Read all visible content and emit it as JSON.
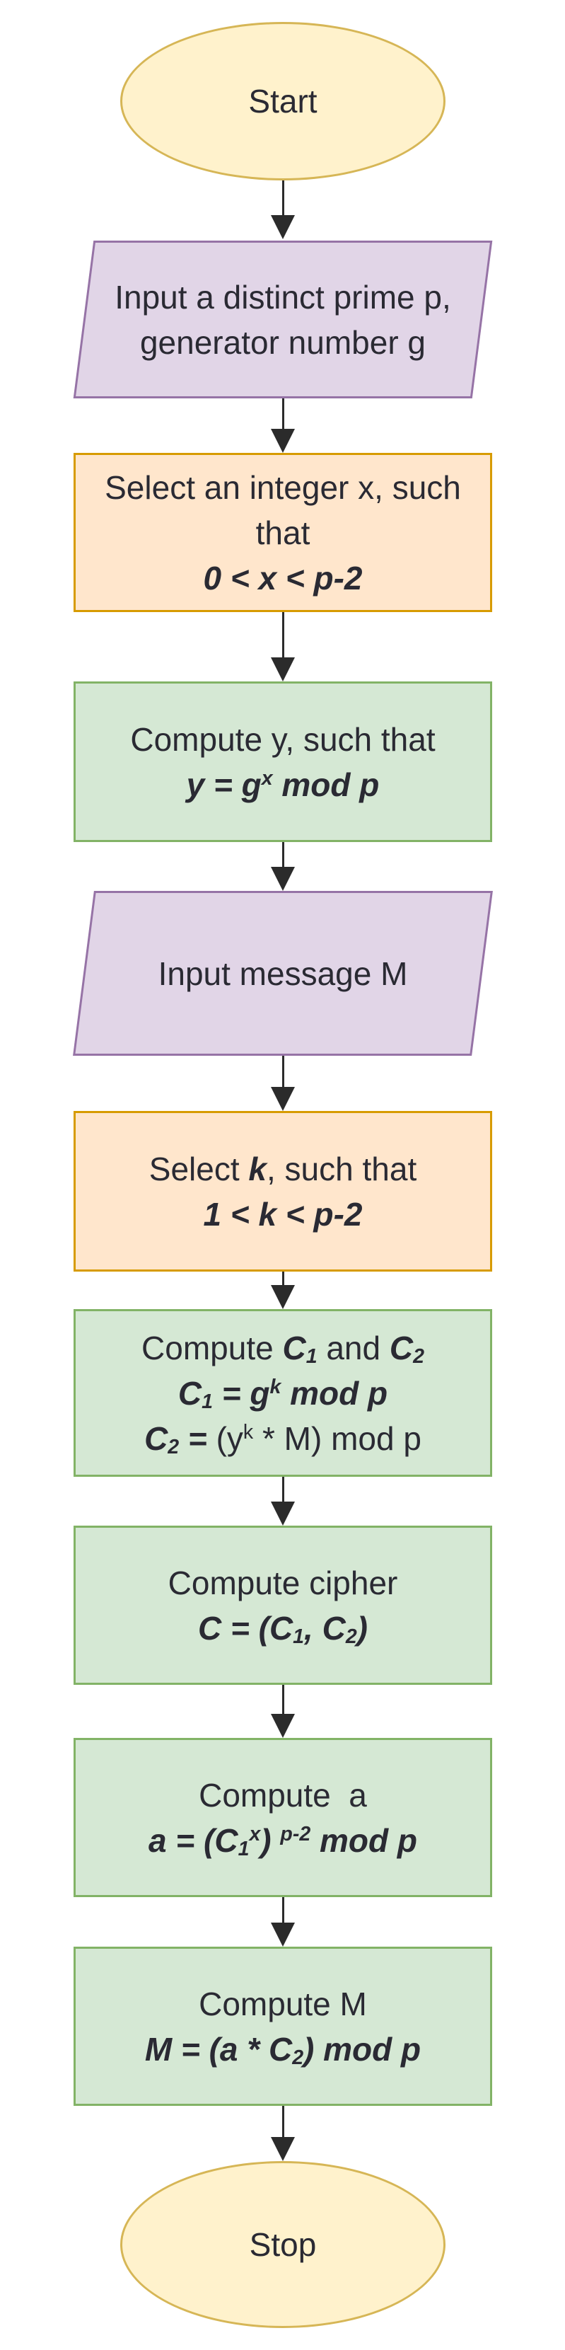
{
  "diagram": {
    "background_color": "#ffffff",
    "text_color": "#2a2a33",
    "arrow_color": "#2b2b2b",
    "nodes": [
      {
        "id": "start",
        "type": "terminator",
        "fill": "#FFF2CC",
        "stroke": "#D6B656",
        "lines": [
          [
            {
              "t": "Start"
            }
          ]
        ]
      },
      {
        "id": "input-prime-generator",
        "type": "input-output",
        "fill": "#E1D5E7",
        "stroke": "#9673A6",
        "lines": [
          [
            {
              "t": "Input a distinct prime p,"
            }
          ],
          [
            {
              "t": "generator number g"
            }
          ]
        ]
      },
      {
        "id": "select-x",
        "type": "process-select",
        "fill": "#FFE6CC",
        "stroke": "#D79B00",
        "lines": [
          [
            {
              "t": "Select an integer x, such"
            }
          ],
          [
            {
              "t": "that"
            }
          ],
          [
            {
              "t": "0 < x < p-2",
              "f": true
            }
          ]
        ]
      },
      {
        "id": "compute-y",
        "type": "process",
        "fill": "#D5E8D4",
        "stroke": "#82B366",
        "lines": [
          [
            {
              "t": "Compute y, such that"
            }
          ],
          [
            {
              "t": "y = g",
              "f": true
            },
            {
              "t": "x",
              "f": true,
              "p": "sup"
            },
            {
              "t": " mod p",
              "f": true
            }
          ]
        ]
      },
      {
        "id": "input-message",
        "type": "input-output",
        "fill": "#E1D5E7",
        "stroke": "#9673A6",
        "lines": [
          [
            {
              "t": "Input message M"
            }
          ]
        ]
      },
      {
        "id": "select-k",
        "type": "process-select",
        "fill": "#FFE6CC",
        "stroke": "#D79B00",
        "lines": [
          [
            {
              "t": "Select "
            },
            {
              "t": "k",
              "f": true
            },
            {
              "t": ", such that"
            }
          ],
          [
            {
              "t": "1 < k < p-2",
              "f": true
            }
          ]
        ]
      },
      {
        "id": "compute-c1-c2",
        "type": "process",
        "fill": "#D5E8D4",
        "stroke": "#82B366",
        "lines": [
          [
            {
              "t": "Compute "
            },
            {
              "t": "C",
              "f": true
            },
            {
              "t": "1",
              "f": true,
              "p": "sub"
            },
            {
              "t": " and "
            },
            {
              "t": "C",
              "f": true
            },
            {
              "t": "2",
              "f": true,
              "p": "sub"
            }
          ],
          [
            {
              "t": "C",
              "f": true
            },
            {
              "t": "1",
              "f": true,
              "p": "sub"
            },
            {
              "t": " = g",
              "f": true
            },
            {
              "t": "k",
              "f": true,
              "p": "sup"
            },
            {
              "t": " mod p",
              "f": true
            }
          ],
          [
            {
              "t": "C",
              "f": true
            },
            {
              "t": "2",
              "f": true,
              "p": "sub"
            },
            {
              "t": " = ",
              "f": true
            },
            {
              "t": "(y"
            },
            {
              "t": "k",
              "p": "sup"
            },
            {
              "t": " * M) mod p"
            }
          ]
        ]
      },
      {
        "id": "compute-cipher",
        "type": "process",
        "fill": "#D5E8D4",
        "stroke": "#82B366",
        "lines": [
          [
            {
              "t": "Compute cipher"
            }
          ],
          [
            {
              "t": "C = (C",
              "f": true
            },
            {
              "t": "1",
              "f": true,
              "p": "sub"
            },
            {
              "t": ", C",
              "f": true
            },
            {
              "t": "2",
              "f": true,
              "p": "sub"
            },
            {
              "t": ")",
              "f": true
            }
          ]
        ]
      },
      {
        "id": "compute-a",
        "type": "process",
        "fill": "#D5E8D4",
        "stroke": "#82B366",
        "lines": [
          [
            {
              "t": "Compute  a"
            }
          ],
          [
            {
              "t": "a = (C",
              "f": true
            },
            {
              "t": "1",
              "f": true,
              "p": "sub"
            },
            {
              "t": "x",
              "f": true,
              "p": "sup"
            },
            {
              "t": ") ",
              "f": true
            },
            {
              "t": "p-2",
              "f": true,
              "p": "sup"
            },
            {
              "t": " mod p",
              "f": true
            }
          ]
        ]
      },
      {
        "id": "compute-m",
        "type": "process",
        "fill": "#D5E8D4",
        "stroke": "#82B366",
        "lines": [
          [
            {
              "t": "Compute M"
            }
          ],
          [
            {
              "t": "M = (a * C",
              "f": true
            },
            {
              "t": "2",
              "f": true,
              "p": "sub"
            },
            {
              "t": ") mod p",
              "f": true
            }
          ]
        ]
      },
      {
        "id": "stop",
        "type": "terminator",
        "fill": "#FFF2CC",
        "stroke": "#D6B656",
        "lines": [
          [
            {
              "t": "Stop"
            }
          ]
        ]
      }
    ]
  }
}
